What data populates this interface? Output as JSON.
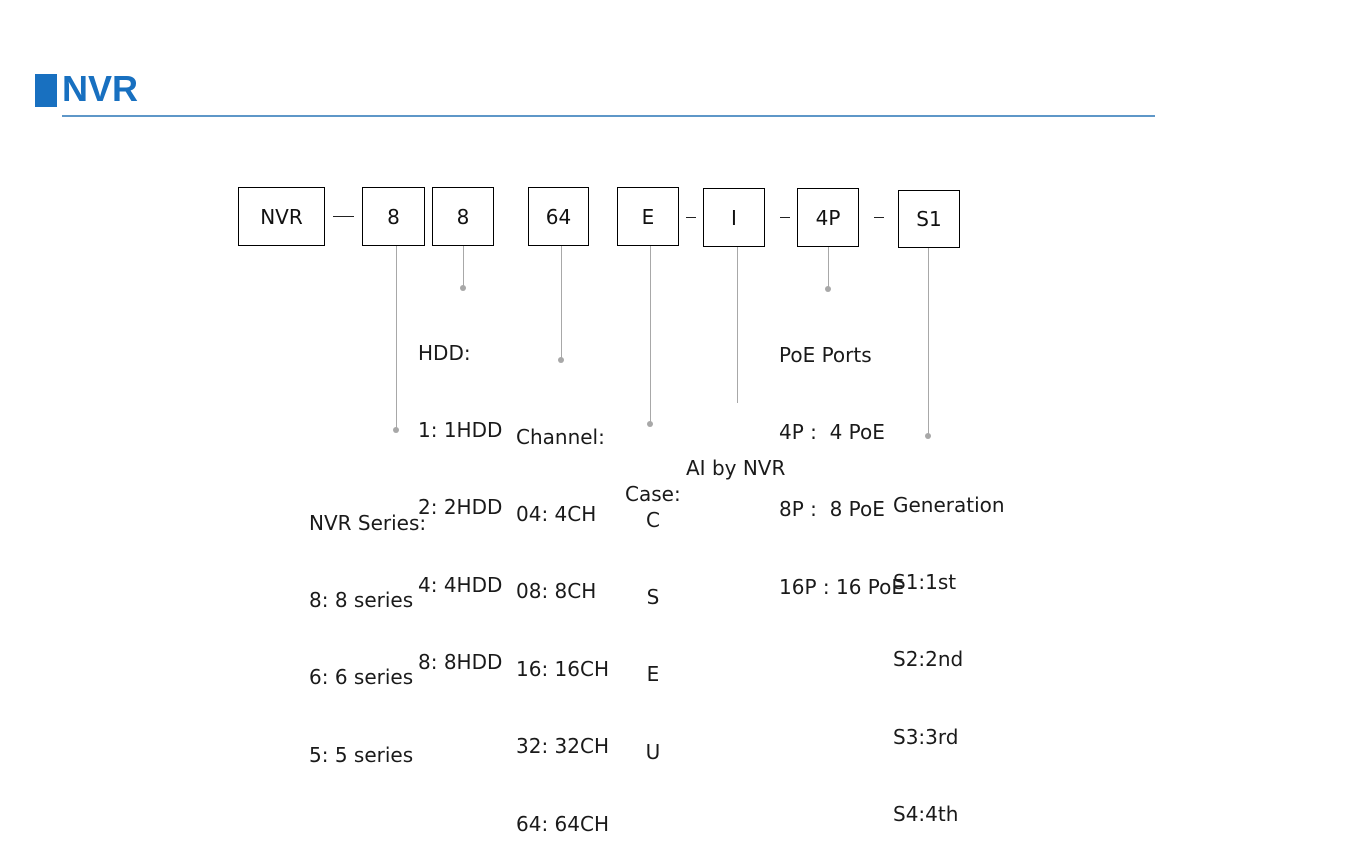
{
  "header": {
    "title": "NVR"
  },
  "code_segments": [
    {
      "id": "nvr",
      "label": "NVR"
    },
    {
      "id": "series",
      "label": "8"
    },
    {
      "id": "hdd",
      "label": "8"
    },
    {
      "id": "channel",
      "label": "64"
    },
    {
      "id": "case",
      "label": "E"
    },
    {
      "id": "ai",
      "label": "I"
    },
    {
      "id": "poe",
      "label": "4P"
    },
    {
      "id": "generation",
      "label": "S1"
    }
  ],
  "descriptions": {
    "hdd": {
      "title": "HDD:",
      "items": [
        "1: 1HDD",
        "2: 2HDD",
        "4: 4HDD",
        "8: 8HDD"
      ]
    },
    "series": {
      "title": "NVR Series:",
      "items": [
        "8: 8 series",
        "6: 6 series",
        "5: 5 series"
      ]
    },
    "channel": {
      "title": "Channel:",
      "items": [
        "04: 4CH",
        "08: 8CH",
        "16: 16CH",
        "32: 32CH",
        "64: 64CH"
      ]
    },
    "case": {
      "title": "Case:",
      "items": [
        "C",
        "S",
        "E",
        "U"
      ]
    },
    "ai": {
      "title": "AI by NVR"
    },
    "poe": {
      "title": "PoE Ports",
      "items": [
        "4P :  4 PoE",
        "8P :  8 PoE",
        "16P : 16 PoE"
      ]
    },
    "generation": {
      "title": "Generation",
      "items": [
        "S1:1st",
        "S2:2nd",
        "S3:3rd",
        "S4:4th"
      ]
    }
  },
  "colors": {
    "accent": "#1870c0",
    "rule": "#5e97c8",
    "leader": "#a8a8a8"
  }
}
